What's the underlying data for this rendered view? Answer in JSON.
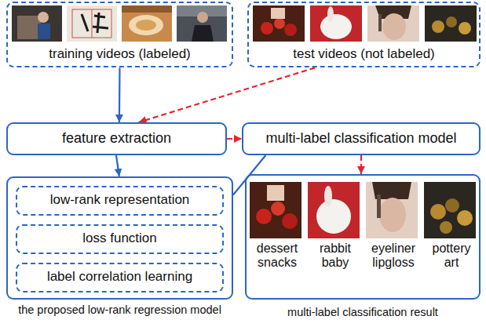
{
  "diagram": {
    "nodes": [
      {
        "text": [
          "training videos (labeled)"
        ]
      },
      {
        "text": [
          "test videos (not labeled)"
        ]
      },
      {
        "text": [
          "feature extraction"
        ]
      },
      {
        "text": [
          "multi-label classification model"
        ]
      },
      {
        "text": [
          "the proposed low-rank regression model"
        ]
      },
      {
        "text": [
          "low-rank representation"
        ],
        "in": 4
      },
      {
        "text": [
          "loss function"
        ],
        "in": 4
      },
      {
        "text": [
          "label correlation learning"
        ],
        "in": 4
      },
      {
        "text": [
          "dessert snacks",
          "rabbit baby",
          "eyeliner lipgloss",
          "pottery art",
          "multi-label classification result"
        ]
      }
    ],
    "edges": [
      {
        "from": 0,
        "to": 2,
        "arrow": "to"
      },
      {
        "from": 1,
        "to": 2,
        "arrow": "to"
      },
      {
        "from": 2,
        "to": 3,
        "arrow": "to"
      },
      {
        "from": 2,
        "to": 4,
        "arrow": "to"
      },
      {
        "from": 4,
        "to": 3,
        "arrow": "none"
      },
      {
        "from": 3,
        "to": 8,
        "arrow": "to"
      }
    ]
  }
}
